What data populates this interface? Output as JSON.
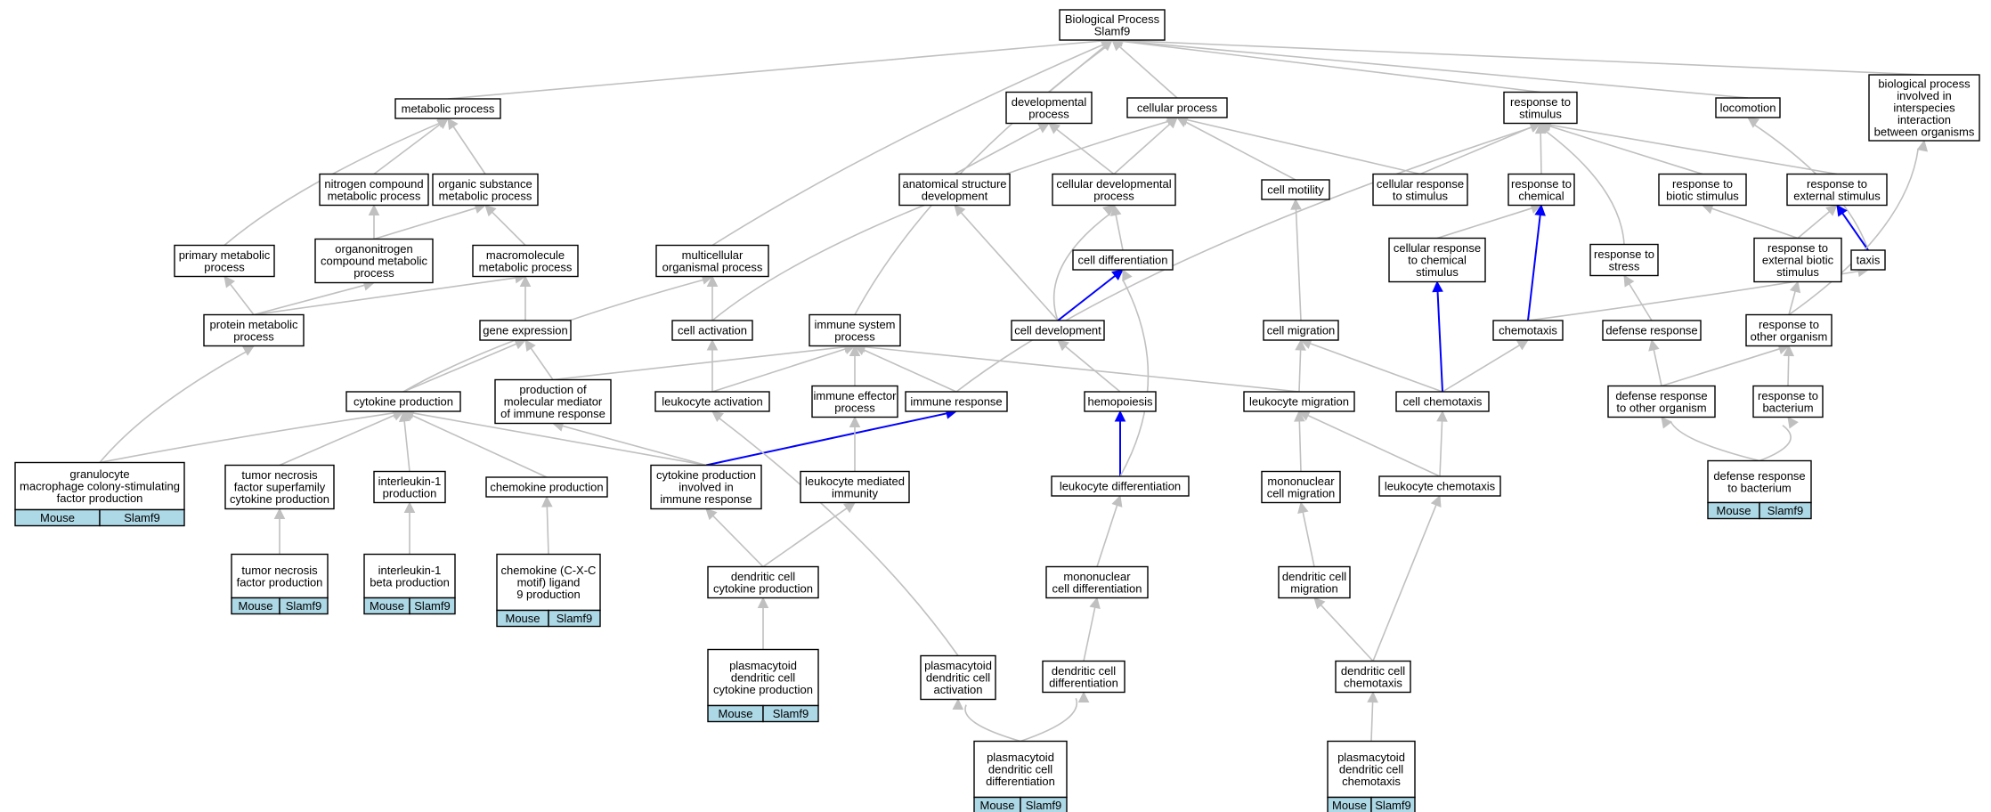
{
  "colors": {
    "edge": "#c0c0c0",
    "highlight": "#0000ff",
    "organism_cell": "#add8e6"
  },
  "nodes": {
    "root": [
      "Biological Process",
      "Slamf9"
    ],
    "metabolic": [
      "metabolic process"
    ],
    "developmental": [
      "developmental",
      "process"
    ],
    "cellular": [
      "cellular process"
    ],
    "response_stimulus": [
      "response to",
      "stimulus"
    ],
    "locomotion": [
      "locomotion"
    ],
    "interspecies": [
      "biological process",
      "involved in",
      "interspecies",
      "interaction",
      "between organisms"
    ],
    "nitrogen": [
      "nitrogen compound",
      "metabolic process"
    ],
    "organic": [
      "organic substance",
      "metabolic process"
    ],
    "anatomical": [
      "anatomical structure",
      "development"
    ],
    "cell_dev_process": [
      "cellular developmental",
      "process"
    ],
    "cell_motility": [
      "cell motility"
    ],
    "cellular_resp_stim": [
      "cellular response",
      "to stimulus"
    ],
    "resp_chemical": [
      "response to",
      "chemical"
    ],
    "resp_biotic": [
      "response to",
      "biotic stimulus"
    ],
    "resp_external": [
      "response to",
      "external stimulus"
    ],
    "primary": [
      "primary metabolic",
      "process"
    ],
    "organonitrogen": [
      "organonitrogen",
      "compound metabolic",
      "process"
    ],
    "macromolecule": [
      "macromolecule",
      "metabolic process"
    ],
    "multicellular": [
      "multicellular",
      "organismal process"
    ],
    "cell_diff": [
      "cell differentiation"
    ],
    "cell_resp_chem": [
      "cellular response",
      "to chemical",
      "stimulus"
    ],
    "resp_stress": [
      "response to",
      "stress"
    ],
    "resp_ext_biotic": [
      "response to",
      "external biotic",
      "stimulus"
    ],
    "taxis": [
      "taxis"
    ],
    "protein": [
      "protein metabolic",
      "process"
    ],
    "gene_expr": [
      "gene expression"
    ],
    "cell_activation": [
      "cell activation"
    ],
    "immune_system": [
      "immune system",
      "process"
    ],
    "cell_development": [
      "cell development"
    ],
    "cell_migration": [
      "cell migration"
    ],
    "chemotaxis": [
      "chemotaxis"
    ],
    "defense": [
      "defense response"
    ],
    "resp_other_org": [
      "response to",
      "other organism"
    ],
    "cytokine": [
      "cytokine production"
    ],
    "prod_mediator": [
      "production of",
      "molecular mediator",
      "of immune response"
    ],
    "leuk_activation": [
      "leukocyte activation"
    ],
    "immune_effector": [
      "immune effector",
      "process"
    ],
    "immune_response": [
      "immune response"
    ],
    "hemopoiesis": [
      "hemopoiesis"
    ],
    "leuk_migration": [
      "leukocyte migration"
    ],
    "cell_chemotaxis": [
      "cell chemotaxis"
    ],
    "def_other_org": [
      "defense response",
      "to other organism"
    ],
    "resp_bacterium": [
      "response to",
      "bacterium"
    ],
    "gmcsf": [
      "granulocyte",
      "macrophage colony-stimulating",
      "factor production"
    ],
    "tnf_super": [
      "tumor necrosis",
      "factor superfamily",
      "cytokine production"
    ],
    "il1": [
      "interleukin-1",
      "production"
    ],
    "chemokine_prod": [
      "chemokine production"
    ],
    "cyto_immune": [
      "cytokine production",
      "involved in",
      "immune response"
    ],
    "leuk_mediated": [
      "leukocyte mediated",
      "immunity"
    ],
    "leuk_diff": [
      "leukocyte differentiation"
    ],
    "mono_migration": [
      "mononuclear",
      "cell migration"
    ],
    "leuk_chemotaxis": [
      "leukocyte chemotaxis"
    ],
    "def_bacterium": [
      "defense response",
      "to bacterium"
    ],
    "tnf": [
      "tumor necrosis",
      "factor production"
    ],
    "il1b": [
      "interleukin-1",
      "beta production"
    ],
    "cxcl9": [
      "chemokine (C-X-C",
      "motif) ligand",
      "9 production"
    ],
    "dc_cytokine": [
      "dendritic cell",
      "cytokine production"
    ],
    "mono_diff": [
      "mononuclear",
      "cell differentiation"
    ],
    "dc_migration": [
      "dendritic cell",
      "migration"
    ],
    "pdc_cytokine": [
      "plasmacytoid",
      "dendritic cell",
      "cytokine production"
    ],
    "pdc_activation": [
      "plasmacytoid",
      "dendritic cell",
      "activation"
    ],
    "dc_diff": [
      "dendritic cell",
      "differentiation"
    ],
    "dc_chemotaxis": [
      "dendritic cell",
      "chemotaxis"
    ],
    "pdc_diff": [
      "plasmacytoid",
      "dendritic cell",
      "differentiation"
    ],
    "pdc_chemotaxis": [
      "plasmacytoid",
      "dendritic cell",
      "chemotaxis"
    ]
  },
  "annotation": {
    "organism": "Mouse",
    "gene": "Slamf9"
  }
}
